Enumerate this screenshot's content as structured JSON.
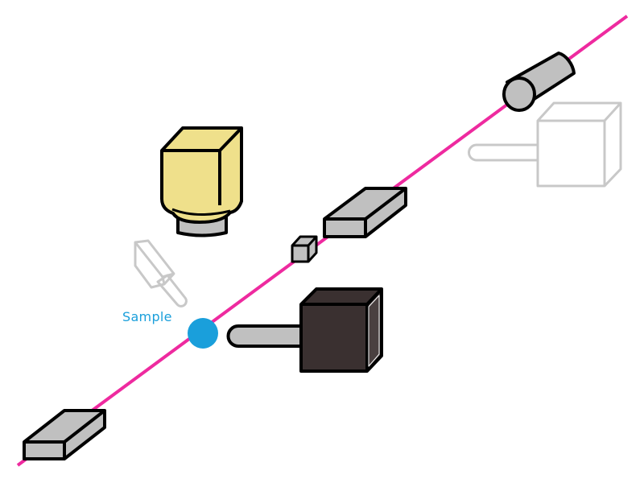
{
  "labels": {
    "sample": "Sample"
  },
  "colors": {
    "background": "#ffffff",
    "beam_line": "#ee2a9f",
    "sample_dot": "#1a9fdb",
    "label_text": "#1a9fdb",
    "outline": "#000000",
    "component_fill": "#c0c0c0",
    "camera_body": "#efe08b",
    "detector_dark": "#3a3030",
    "ghost_outline": "#c8c8c8"
  },
  "components": [
    {
      "name": "beam-line",
      "kind": "line"
    },
    {
      "name": "beam-source-cylinder",
      "kind": "cylinder"
    },
    {
      "name": "ghost-detector",
      "kind": "faded-cube-with-arm"
    },
    {
      "name": "upper-slab",
      "kind": "slab"
    },
    {
      "name": "small-cube",
      "kind": "cube"
    },
    {
      "name": "yellow-camera",
      "kind": "camera"
    },
    {
      "name": "ghost-small-module",
      "kind": "faded-module"
    },
    {
      "name": "sample-dot",
      "kind": "point"
    },
    {
      "name": "dark-detector",
      "kind": "cube-with-arm"
    },
    {
      "name": "lower-slab",
      "kind": "slab"
    }
  ]
}
